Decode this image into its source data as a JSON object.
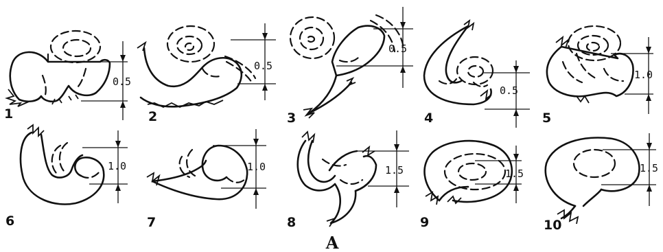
{
  "figure": {
    "caption": "A",
    "panels": [
      {
        "number": "1",
        "thickness": "0.5"
      },
      {
        "number": "2",
        "thickness": "0.5"
      },
      {
        "number": "3",
        "thickness": "0.5"
      },
      {
        "number": "4",
        "thickness": "0.5"
      },
      {
        "number": "5",
        "thickness": "1.0"
      },
      {
        "number": "6",
        "thickness": "1.0"
      },
      {
        "number": "7",
        "thickness": "1.0"
      },
      {
        "number": "8",
        "thickness": "1.5"
      },
      {
        "number": "9",
        "thickness": "1.5"
      },
      {
        "number": "10",
        "thickness": "1.5"
      }
    ]
  }
}
